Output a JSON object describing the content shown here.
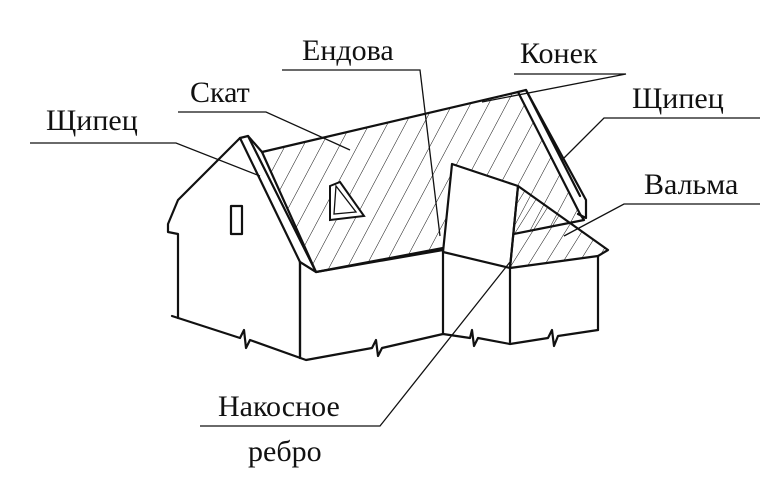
{
  "labels": {
    "endova": "Ендова",
    "konek": "Конек",
    "skat": "Скат",
    "shchipets_left": "Щипец",
    "shchipets_right": "Щипец",
    "valma": "Вальма",
    "nakosnoe_line1": "Накосное",
    "nakosnoe_line2": "ребро"
  },
  "colors": {
    "line": "#111111",
    "background": "#ffffff"
  }
}
